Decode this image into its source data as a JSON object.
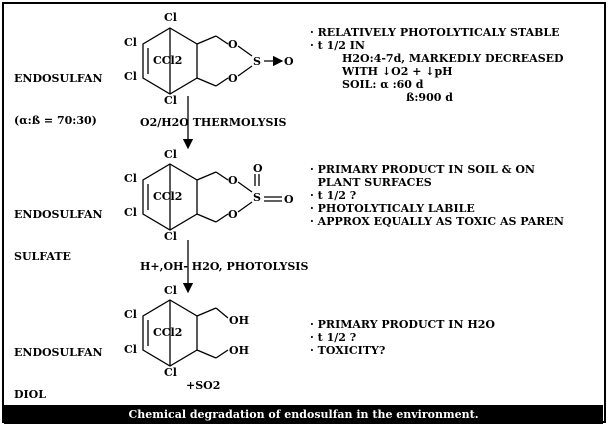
{
  "caption": "Chemical degradation of endosulfan in the environment.",
  "compounds": {
    "endosulfan": {
      "name_line1": "ENDOSULFAN",
      "name_line2": "(α:ß = 70:30)",
      "notes": [
        "· RELATIVELY PHOTOLYTICALY STABLE",
        "· t 1/2 IN",
        "H2O:4-7d, MARKEDLY DECREASED",
        "WITH ↓O2 + ↓pH",
        "SOIL: α :60 d",
        "ß:900 d"
      ]
    },
    "sulfate": {
      "name_line1": "ENDOSULFAN",
      "name_line2": "SULFATE",
      "notes": [
        "· PRIMARY PRODUCT IN SOIL & ON",
        "  PLANT SURFACES",
        "· t 1/2 ?",
        "· PHOTOLYTICALY LABILE",
        "· APPROX EQUALLY AS TOXIC AS PAREN"
      ]
    },
    "diol": {
      "name_line1": "ENDOSULFAN",
      "name_line2": "DIOL",
      "notes": [
        "· PRIMARY PRODUCT IN H2O",
        "· t 1/2 ?",
        "· TOXICITY?"
      ],
      "byproduct": "+SO2"
    }
  },
  "steps": {
    "step1": "O2/H2O THERMOLYSIS",
    "step2": "H+,OH-  H2O, PHOTOLYSIS"
  },
  "atoms": {
    "cl": "Cl",
    "ccl2": "CCl2",
    "o": "O",
    "s": "S",
    "oh": "OH"
  }
}
